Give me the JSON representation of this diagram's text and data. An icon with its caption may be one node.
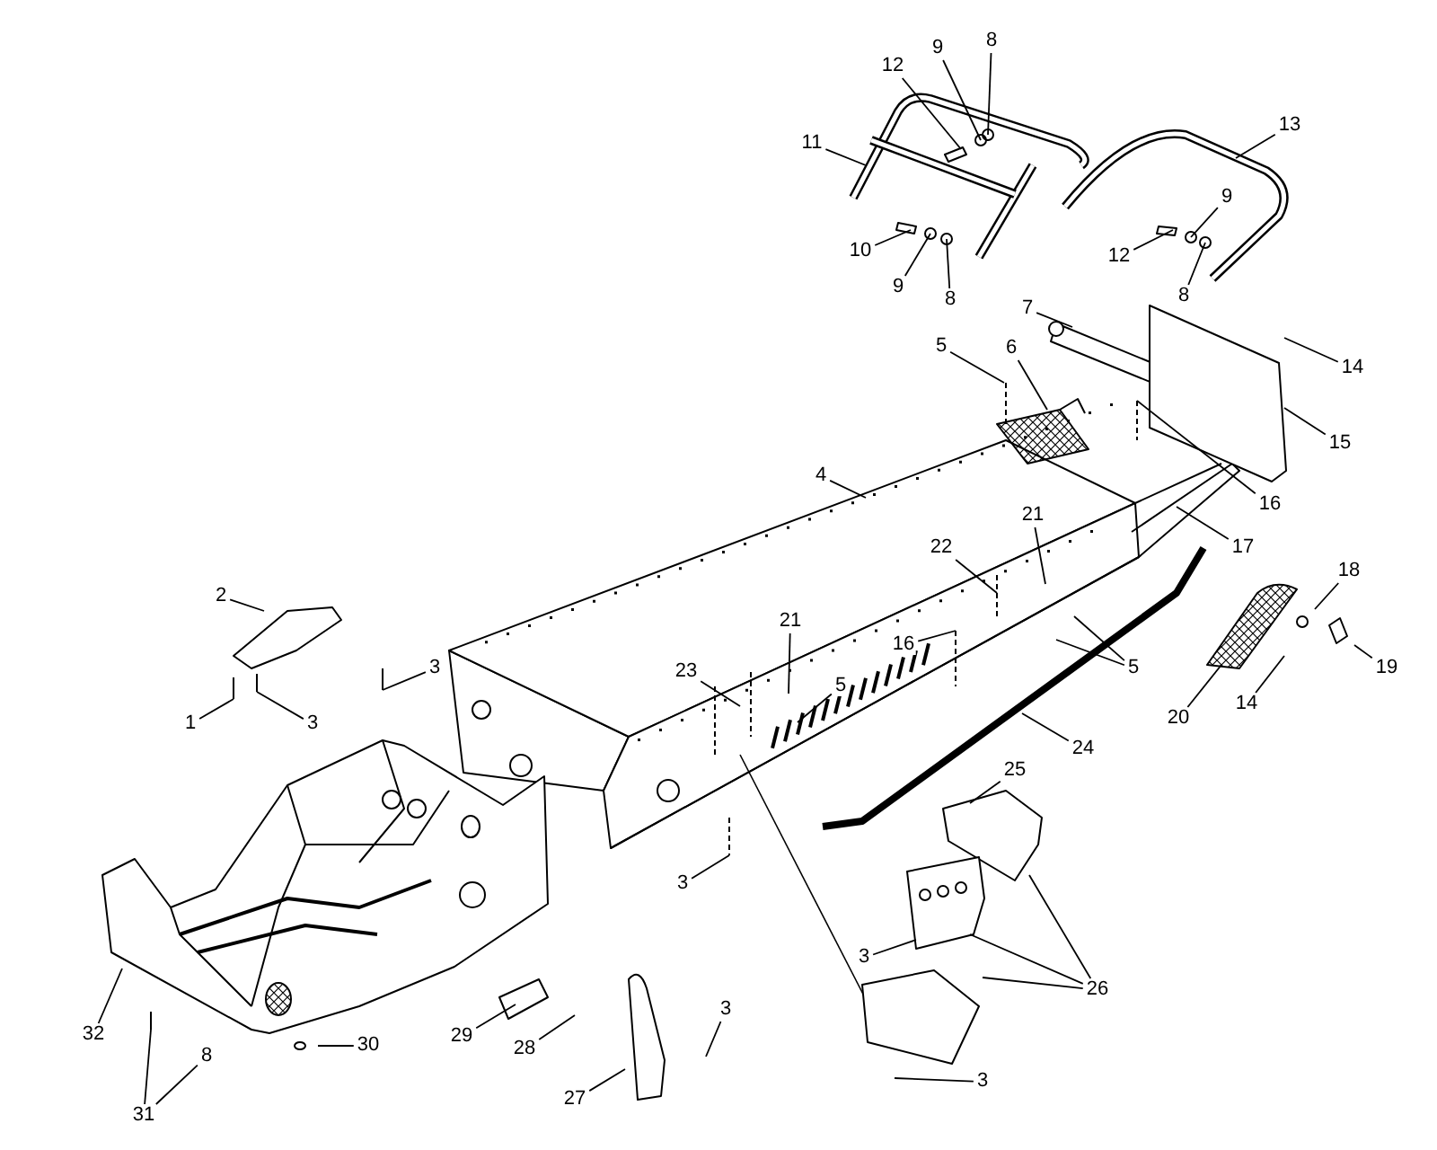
{
  "diagram": {
    "nodes": [
      {
        "text": [
          "8"
        ]
      },
      {
        "text": [
          "9"
        ]
      },
      {
        "text": [
          "12"
        ]
      },
      {
        "text": [
          "13"
        ]
      },
      {
        "text": [
          "11"
        ]
      },
      {
        "text": [
          "9"
        ]
      },
      {
        "text": [
          "10"
        ]
      },
      {
        "text": [
          "12"
        ]
      },
      {
        "text": [
          "9"
        ]
      },
      {
        "text": [
          "8"
        ]
      },
      {
        "text": [
          "8"
        ]
      },
      {
        "text": [
          "7"
        ]
      },
      {
        "text": [
          "5"
        ]
      },
      {
        "text": [
          "6"
        ]
      },
      {
        "text": [
          "14"
        ]
      },
      {
        "text": [
          "15"
        ]
      },
      {
        "text": [
          "4"
        ]
      },
      {
        "text": [
          "16"
        ]
      },
      {
        "text": [
          "21"
        ]
      },
      {
        "text": [
          "17"
        ]
      },
      {
        "text": [
          "22"
        ]
      },
      {
        "text": [
          "18"
        ]
      },
      {
        "text": [
          "2"
        ]
      },
      {
        "text": [
          "21"
        ]
      },
      {
        "text": [
          "16"
        ]
      },
      {
        "text": [
          "3"
        ]
      },
      {
        "text": [
          "5"
        ]
      },
      {
        "text": [
          "23"
        ]
      },
      {
        "text": [
          "5"
        ]
      },
      {
        "text": [
          "19"
        ]
      },
      {
        "text": [
          "14"
        ]
      },
      {
        "text": [
          "20"
        ]
      },
      {
        "text": [
          "1"
        ]
      },
      {
        "text": [
          "3"
        ]
      },
      {
        "text": [
          "24"
        ]
      },
      {
        "text": [
          "25"
        ]
      },
      {
        "text": [
          "3"
        ]
      },
      {
        "text": [
          "3"
        ]
      },
      {
        "text": [
          "26"
        ]
      },
      {
        "text": [
          "32"
        ]
      },
      {
        "text": [
          "29"
        ]
      },
      {
        "text": [
          "30"
        ]
      },
      {
        "text": [
          "28"
        ]
      },
      {
        "text": [
          "3"
        ]
      },
      {
        "text": [
          "3"
        ]
      },
      {
        "text": [
          "27"
        ]
      },
      {
        "text": [
          "31"
        ]
      },
      {
        "text": [
          "8"
        ]
      }
    ],
    "edges": [
      {
        "from": 0,
        "to": null,
        "arrow": "none"
      },
      {
        "from": 1,
        "to": null,
        "arrow": "none"
      },
      {
        "from": 2,
        "to": null,
        "arrow": "none"
      },
      {
        "from": 3,
        "to": null,
        "arrow": "none"
      },
      {
        "from": 4,
        "to": null,
        "arrow": "none"
      },
      {
        "from": 5,
        "to": null,
        "arrow": "none"
      },
      {
        "from": 6,
        "to": null,
        "arrow": "none"
      },
      {
        "from": 7,
        "to": null,
        "arrow": "none"
      },
      {
        "from": 8,
        "to": null,
        "arrow": "none"
      },
      {
        "from": 9,
        "to": null,
        "arrow": "none"
      },
      {
        "from": 10,
        "to": null,
        "arrow": "none"
      },
      {
        "from": 11,
        "to": null,
        "arrow": "none"
      },
      {
        "from": 12,
        "to": null,
        "arrow": "none"
      },
      {
        "from": 13,
        "to": null,
        "arrow": "none"
      },
      {
        "from": 14,
        "to": null,
        "arrow": "none"
      },
      {
        "from": 15,
        "to": null,
        "arrow": "none"
      },
      {
        "from": 16,
        "to": null,
        "arrow": "none"
      },
      {
        "from": 17,
        "to": null,
        "arrow": "none"
      },
      {
        "from": 18,
        "to": null,
        "arrow": "none"
      },
      {
        "from": 19,
        "to": null,
        "arrow": "none"
      },
      {
        "from": 20,
        "to": null,
        "arrow": "none"
      },
      {
        "from": 21,
        "to": null,
        "arrow": "none"
      },
      {
        "from": 22,
        "to": null,
        "arrow": "none"
      },
      {
        "from": 23,
        "to": null,
        "arrow": "none"
      },
      {
        "from": 24,
        "to": null,
        "arrow": "none"
      },
      {
        "from": 25,
        "to": null,
        "arrow": "none"
      },
      {
        "from": 26,
        "to": null,
        "arrow": "none"
      },
      {
        "from": 26,
        "to": null,
        "arrow": "none"
      },
      {
        "from": 27,
        "to": null,
        "arrow": "none"
      },
      {
        "from": 28,
        "to": null,
        "arrow": "none"
      },
      {
        "from": 29,
        "to": null,
        "arrow": "none"
      },
      {
        "from": 30,
        "to": null,
        "arrow": "none"
      },
      {
        "from": 31,
        "to": null,
        "arrow": "none"
      },
      {
        "from": 32,
        "to": null,
        "arrow": "none"
      },
      {
        "from": 33,
        "to": null,
        "arrow": "none"
      },
      {
        "from": 34,
        "to": null,
        "arrow": "none"
      },
      {
        "from": 35,
        "to": null,
        "arrow": "none"
      },
      {
        "from": 36,
        "to": null,
        "arrow": "none"
      },
      {
        "from": 37,
        "to": null,
        "arrow": "none"
      },
      {
        "from": 38,
        "to": null,
        "arrow": "none"
      },
      {
        "from": 38,
        "to": null,
        "arrow": "none"
      },
      {
        "from": 38,
        "to": null,
        "arrow": "none"
      },
      {
        "from": 39,
        "to": null,
        "arrow": "none"
      },
      {
        "from": 40,
        "to": null,
        "arrow": "none"
      },
      {
        "from": 41,
        "to": null,
        "arrow": "none"
      },
      {
        "from": 42,
        "to": null,
        "arrow": "none"
      },
      {
        "from": 43,
        "to": null,
        "arrow": "none"
      },
      {
        "from": 44,
        "to": null,
        "arrow": "none"
      },
      {
        "from": 45,
        "to": null,
        "arrow": "none"
      },
      {
        "from": 46,
        "to": null,
        "arrow": "none"
      },
      {
        "from": 46,
        "to": 47,
        "arrow": "none"
      }
    ]
  }
}
